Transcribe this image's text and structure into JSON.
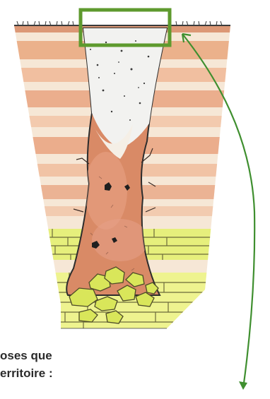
{
  "caption": {
    "line_1": "oses que",
    "line_2": "erritoire :"
  },
  "colors": {
    "soil_band": "#e9a77e",
    "soil_light": "#f6e7d6",
    "pipe_fill": "#d98a66",
    "pipe_filling": "#f2f2f0",
    "rock_layer": "#e6ef7c",
    "rock_fragment": "#d9e65a",
    "highlight_box": "#5e9a2e",
    "arrow": "#3f8f2f",
    "ink": "#2d2d2d"
  },
  "icons": {
    "highlight": "highlight-box",
    "pointer": "arrow"
  }
}
